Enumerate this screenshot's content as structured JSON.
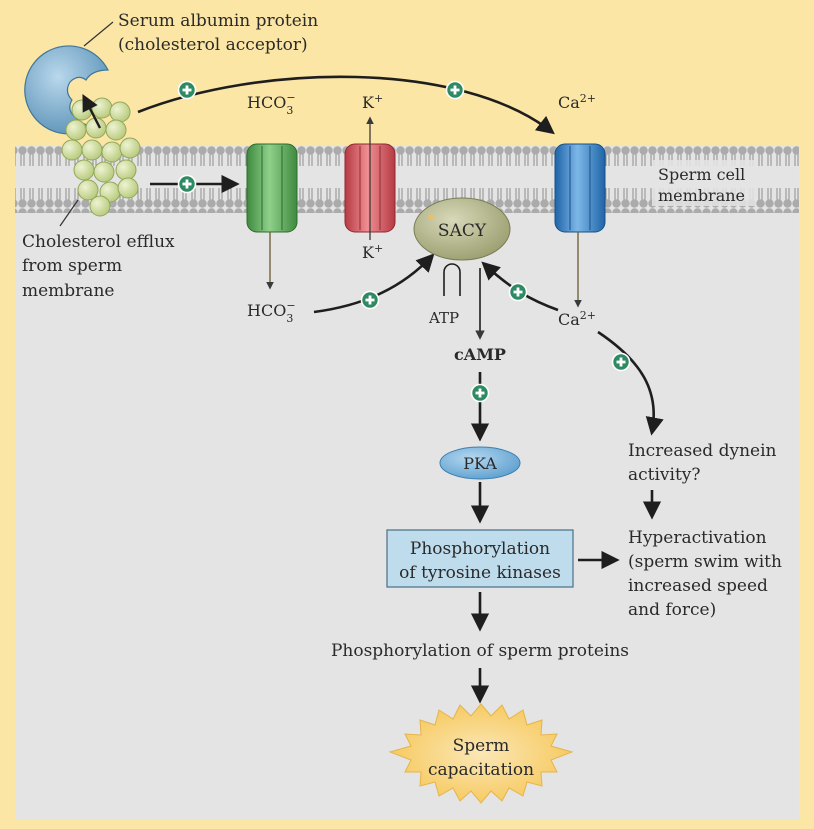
{
  "labels": {
    "serum_albumin": "Serum albumin protein",
    "cholesterol_acceptor": "(cholesterol acceptor)",
    "cholesterol_efflux_1": "Cholesterol efflux",
    "cholesterol_efflux_2": "from sperm",
    "cholesterol_efflux_3": "membrane",
    "hco3_base": "HCO",
    "hco3_sub": "3",
    "hco3_sup": "−",
    "k_base": "K",
    "k_sup": "+",
    "ca_base": "Ca",
    "ca_sup": "2+",
    "membrane_1": "Sperm cell",
    "membrane_2": "membrane",
    "sacy": "SACY",
    "atp": "ATP",
    "camp": "cAMP",
    "pka": "PKA",
    "phos_tyr_1": "Phosphorylation",
    "phos_tyr_2": "of tyrosine kinases",
    "phos_proteins": "Phosphorylation of sperm proteins",
    "capacitation_1": "Sperm",
    "capacitation_2": "capacitation",
    "dynein_1": "Increased dynein",
    "dynein_2": "activity?",
    "hyper_1": "Hyperactivation",
    "hyper_2": "(sperm swim with",
    "hyper_3": "increased speed",
    "hyper_4": "and force)"
  },
  "colors": {
    "outer_background": "#fbe6a5",
    "cell_interior": "#e4e4e4",
    "albumin": "#6fa6c9",
    "cholesterol": "#cbdc98",
    "hco3_channel": "#5aa85a",
    "k_channel": "#d8575e",
    "ca_channel": "#3d86c9",
    "sacy": "#b5b98e",
    "pka": "#7ab6e0",
    "phos_box": "#bfdcec",
    "starburst": "#f7cd6e",
    "plus_badge": "#2e8a63"
  },
  "icons": {
    "plus_badge": "plus-circle-icon",
    "arrow": "arrow-icon"
  }
}
